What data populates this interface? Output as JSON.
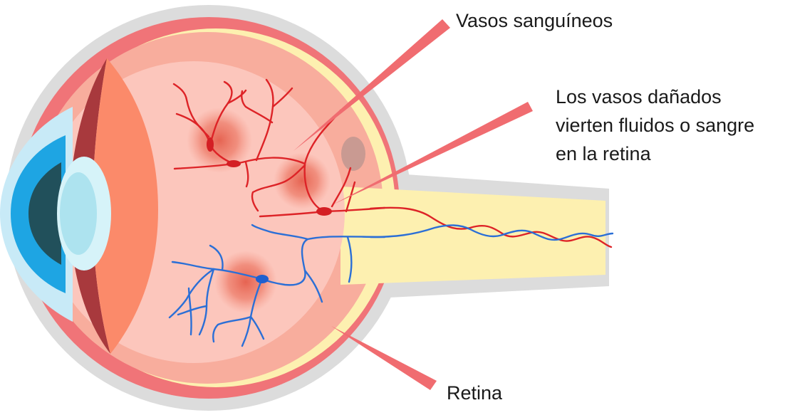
{
  "labels": {
    "blood_vessels": "Vasos sanguíneos",
    "damaged_vessels": [
      "Los vasos dañados",
      "vierten fluidos o sangre",
      "en la retina"
    ],
    "retina": "Retina"
  },
  "colors": {
    "artery": "#dd2327",
    "vein": "#2b6fd6",
    "pointer": "#f06c70"
  }
}
